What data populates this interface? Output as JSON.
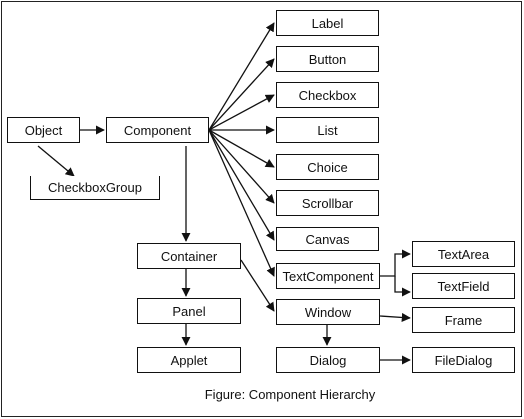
{
  "caption": "Figure: Component Hierarchy",
  "nodes": {
    "object": "Object",
    "component": "Component",
    "checkboxgroup": "CheckboxGroup",
    "label": "Label",
    "button": "Button",
    "checkbox": "Checkbox",
    "list": "List",
    "choice": "Choice",
    "scrollbar": "Scrollbar",
    "canvas": "Canvas",
    "textcomponent": "TextComponent",
    "window": "Window",
    "textarea": "TextArea",
    "textfield": "TextField",
    "frame": "Frame",
    "dialog": "Dialog",
    "filedialog": "FileDialog",
    "container": "Container",
    "panel": "Panel",
    "applet": "Applet"
  },
  "colors": {
    "line": "#111111",
    "box_border": "#111111",
    "background": "#ffffff"
  }
}
